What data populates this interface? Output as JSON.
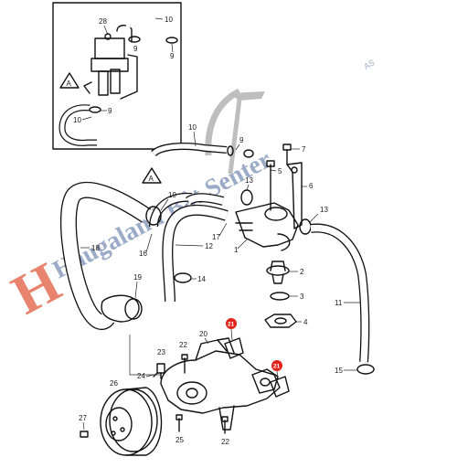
{
  "callouts": {
    "c1": "1",
    "c2": "2",
    "c3": "3",
    "c4": "4",
    "c5": "5",
    "c6": "6",
    "c7": "7",
    "c9a": "9",
    "c9b": "9",
    "c9c": "9",
    "c10a": "10",
    "c10b": "10",
    "c10c": "10",
    "c11": "11",
    "c12": "12",
    "c13a": "13",
    "c13b": "13",
    "c14": "14",
    "c15": "15",
    "c16": "16",
    "c17": "17",
    "c18": "18",
    "c19a": "19",
    "c19b": "19",
    "c20": "20",
    "c21a": "21",
    "c21b": "21",
    "c22a": "22",
    "c22b": "22",
    "c23": "23",
    "c24": "24",
    "c25": "25",
    "c26": "26",
    "c27": "27",
    "c28": "28"
  },
  "view_markers": {
    "inset": "A",
    "main": "A"
  },
  "watermark": {
    "brand_line": "Haugaland Båt Senter",
    "suffix": "AS",
    "letter_color": "#e05a3c",
    "text_color": "#7a8fb5",
    "logo_color": "#9a9a9a"
  },
  "colors": {
    "badge": "#e0241b",
    "line": "#111111"
  }
}
